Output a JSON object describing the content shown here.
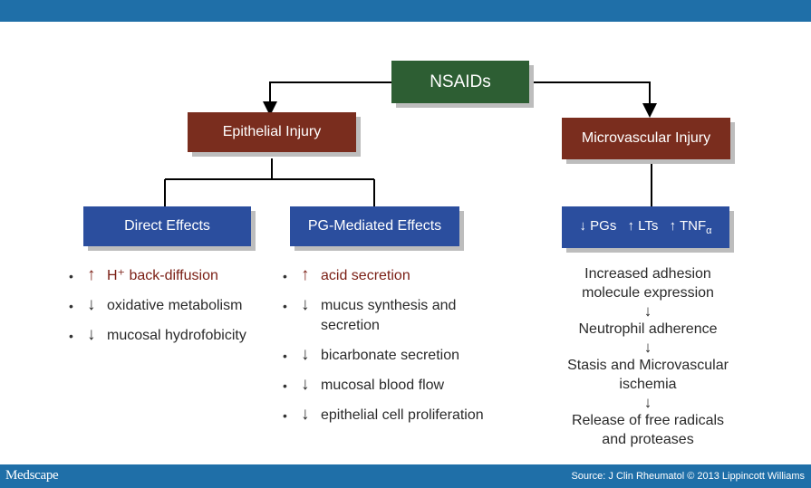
{
  "header": {},
  "nodes": {
    "root": "NSAIDs",
    "epithelial": "Epithelial Injury",
    "microvascular": "Microvascular Injury",
    "direct": "Direct Effects",
    "pg_mediated": "PG-Mediated Effects",
    "pgs_arrow": "↓",
    "pgs": "PGs",
    "lts_arrow": "↑",
    "lts": "LTs",
    "tnf_arrow": "↑",
    "tnf": "TNF",
    "tnf_sub": "α"
  },
  "direct_effects": [
    {
      "dot": "•",
      "arrow": "↑",
      "text": "H⁺ back-diffusion",
      "highlight": true
    },
    {
      "dot": "•",
      "arrow": "↓",
      "text": "oxidative metabolism",
      "highlight": false
    },
    {
      "dot": "•",
      "arrow": "↓",
      "text": "mucosal hydrofobicity",
      "highlight": false
    }
  ],
  "pg_effects": [
    {
      "dot": "•",
      "arrow": "↑",
      "text": "acid secretion",
      "highlight": true
    },
    {
      "dot": "•",
      "arrow": "↓",
      "text": "mucus synthesis and secretion",
      "highlight": false
    },
    {
      "dot": "•",
      "arrow": "↓",
      "text": "bicarbonate secretion",
      "highlight": false
    },
    {
      "dot": "•",
      "arrow": "↓",
      "text": "mucosal blood flow",
      "highlight": false
    },
    {
      "dot": "•",
      "arrow": "↓",
      "text": "epithelial cell proliferation",
      "highlight": false
    }
  ],
  "cascade": {
    "step1": "Increased adhesion molecule expression",
    "arrow1": "↓",
    "step2": "Neutrophil adherence",
    "arrow2": "↓",
    "step3": "Stasis and Microvascular ischemia",
    "arrow3": "↓",
    "step4": "Release of free radicals and proteases"
  },
  "footer": {
    "brand": "Medscape",
    "source": "Source: J Clin Rheumatol © 2013 Lippincott Williams"
  },
  "colors": {
    "bar": "#1f6fa8",
    "root_box": "#2d5e33",
    "injury_box": "#7a2d1e",
    "effect_box": "#2b4e9e",
    "highlight_text": "#7a1e14"
  }
}
